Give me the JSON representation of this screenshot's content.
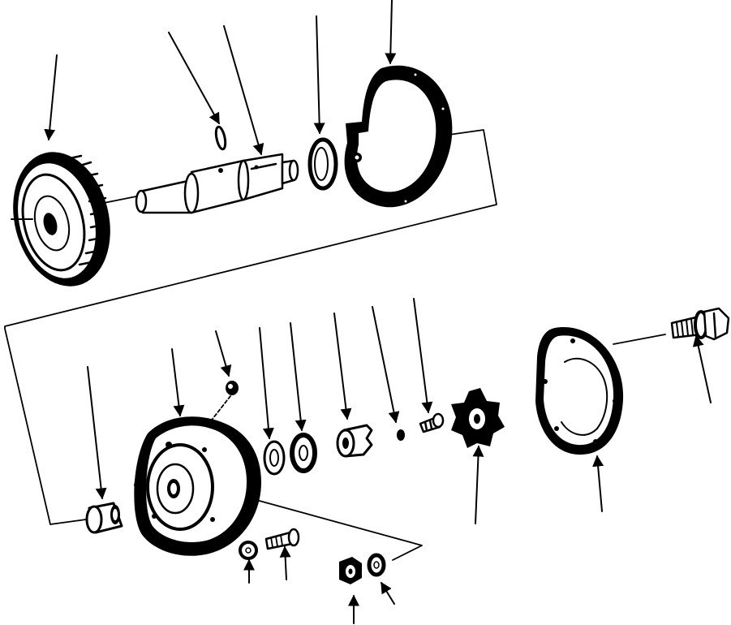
{
  "diagram": {
    "kind": "exploded-parts-view",
    "ink_color": "#000000",
    "background_color": "#ffffff",
    "parts": [
      {
        "id": "drive-gear"
      },
      {
        "id": "shaft-retaining-ring"
      },
      {
        "id": "pump-drive-shaft"
      },
      {
        "id": "shaft-washer"
      },
      {
        "id": "cover-gasket"
      },
      {
        "id": "shaft-bushing"
      },
      {
        "id": "pump-body"
      },
      {
        "id": "plug-screw"
      },
      {
        "id": "thin-washer"
      },
      {
        "id": "flat-washer"
      },
      {
        "id": "drive-coupling"
      },
      {
        "id": "set-screw-small"
      },
      {
        "id": "set-screw"
      },
      {
        "id": "pump-rotor"
      },
      {
        "id": "pump-cover-gasket"
      },
      {
        "id": "cap-screw-with-washer"
      },
      {
        "id": "lock-washer"
      },
      {
        "id": "body-bolt"
      },
      {
        "id": "hex-nut"
      },
      {
        "id": "nut-washer"
      }
    ]
  }
}
